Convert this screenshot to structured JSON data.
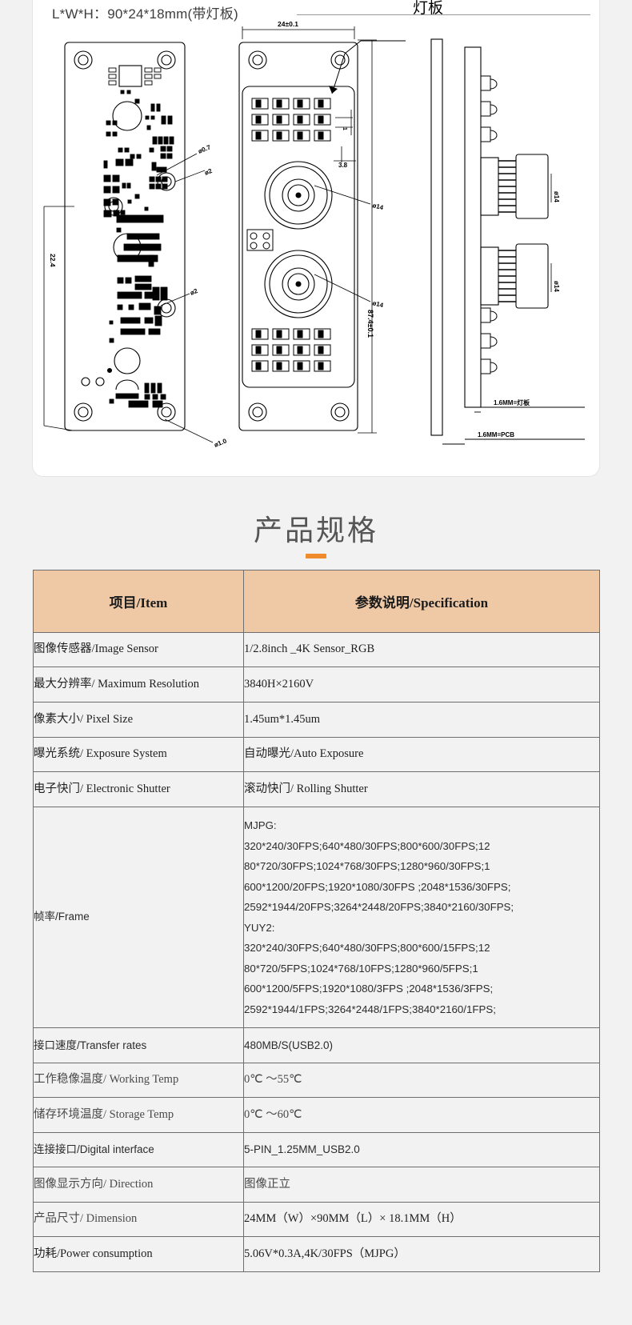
{
  "drawing": {
    "title": "L*W*H：90*24*18mm(带灯板)",
    "callout_light_board": "灯板",
    "dims": {
      "width_top": "24±0.1",
      "height_right": "87.4±0.1",
      "left_height": "22.4",
      "hole_small": "ø0.7",
      "hole_mid": "ø2",
      "hole_mid2": "ø2",
      "lens_dia_front": "ø14",
      "lens_dia_front2": "ø14",
      "lens_dia_side": "ø14",
      "lens_dia_side2": "ø14",
      "pitch": "3.8",
      "pitch_small": "1",
      "bottom_hole": "ø1.0",
      "note_lightboard": "1.6MM=灯板",
      "note_pcb": "1.6MM=PCB"
    }
  },
  "section": {
    "heading": "产品规格",
    "accent_color": "#ef8b2c"
  },
  "table": {
    "headers": [
      "项目/Item",
      "参数说明/Specification"
    ],
    "header_bg": "#efc9a6",
    "rows": [
      {
        "item": "图像传感器/Image Sensor",
        "spec": "1/2.8inch _4K Sensor_RGB"
      },
      {
        "item": "最大分辨率/ Maximum Resolution",
        "spec": "3840H×2160V"
      },
      {
        "item": "像素大小/ Pixel Size",
        "spec": "1.45um*1.45um"
      },
      {
        "item": "曝光系统/ Exposure System",
        "spec": "自动曝光/Auto Exposure"
      },
      {
        "item": "电子快门/ Electronic Shutter",
        "spec": "滚动快门/ Rolling Shutter"
      },
      {
        "item": "接口速度/Transfer rates",
        "spec": "480MB/S(USB2.0)"
      },
      {
        "item": "工作稳像温度/ Working Temp",
        "spec": "0℃ ～55℃"
      },
      {
        "item": "储存环境温度/ Storage Temp",
        "spec": "0℃ ～60℃"
      },
      {
        "item": "连接接口/Digital interface",
        "spec": "5-PIN_1.25MM_USB2.0"
      },
      {
        "item": "图像显示方向/ Direction",
        "spec": "图像正立"
      },
      {
        "item": "产品尺寸/ Dimension",
        "spec": "24MM（W）×90MM（L）× 18.1MM（H）"
      },
      {
        "item": "功耗/Power consumption",
        "spec": "5.06V*0.3A,4K/30FPS（MJPG）"
      }
    ],
    "frame_row": {
      "item": "帧率/Frame",
      "lines": [
        "MJPG:",
        "320*240/30FPS;640*480/30FPS;800*600/30FPS;12",
        "80*720/30FPS;1024*768/30FPS;1280*960/30FPS;1",
        "600*1200/20FPS;1920*1080/30FPS ;2048*1536/30FPS;",
        "2592*1944/20FPS;3264*2448/20FPS;3840*2160/30FPS;",
        "YUY2:",
        "320*240/30FPS;640*480/30FPS;800*600/15FPS;12",
        "80*720/5FPS;1024*768/10FPS;1280*960/5FPS;1",
        "600*1200/5FPS;1920*1080/3FPS ;2048*1536/3FPS;",
        "2592*1944/1FPS;3264*2448/1FPS;3840*2160/1FPS;"
      ]
    }
  }
}
